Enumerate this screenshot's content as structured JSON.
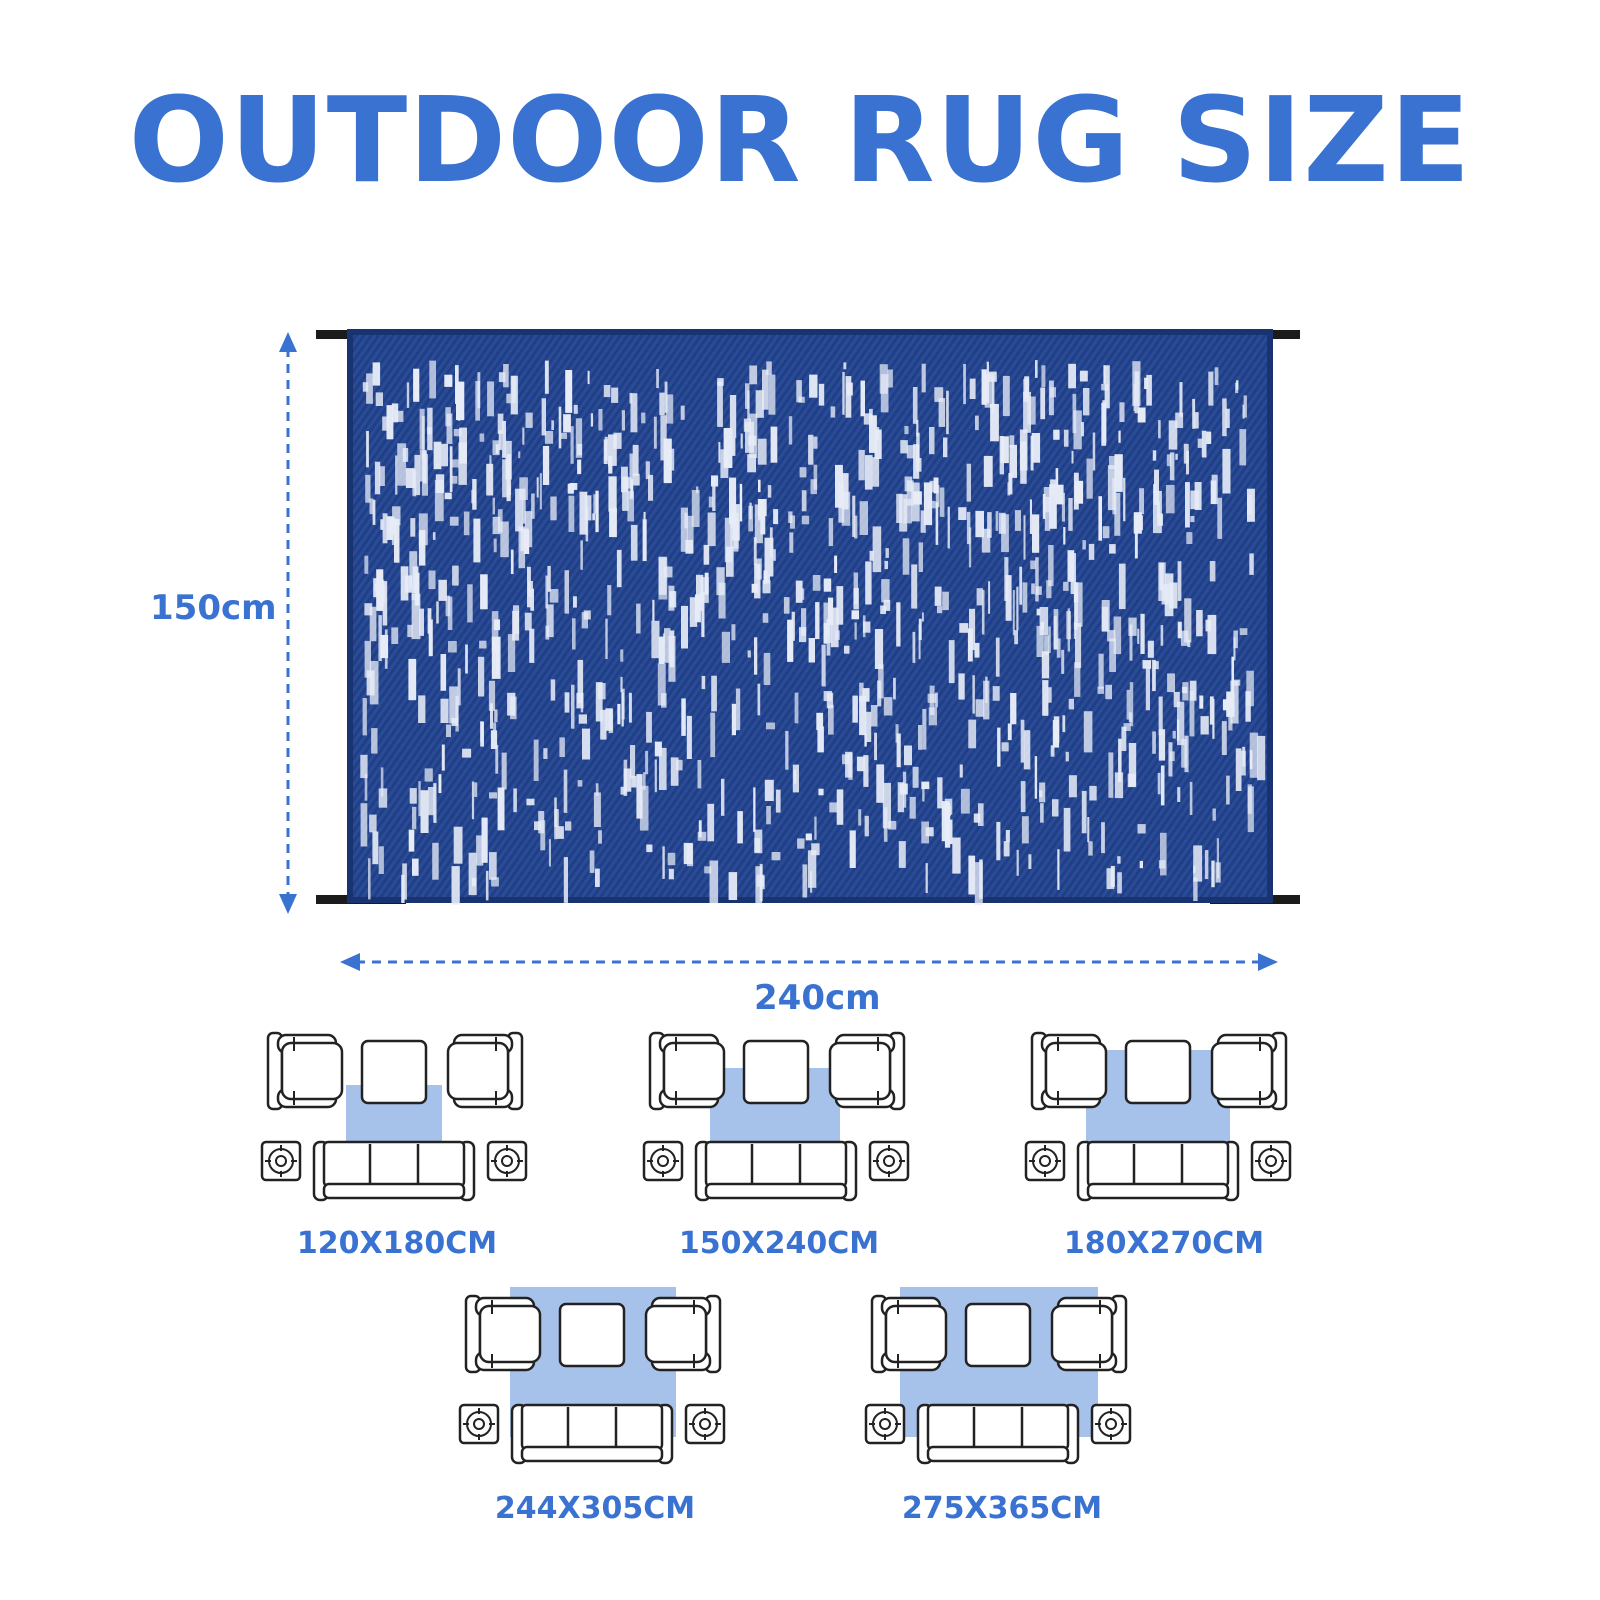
{
  "title": "OUTDOOR RUG SIZE",
  "product": {
    "height_label": "150cm",
    "width_label": "240cm",
    "colors": {
      "rug_navy": "#203f86",
      "rug_light": "#e7ecf7",
      "dimension_blue": "#3a72d1",
      "rug_area": "#a7c2ea",
      "strap": "#1b1b1b"
    }
  },
  "sizes": [
    {
      "label": "120X180CM"
    },
    {
      "label": "150X240CM"
    },
    {
      "label": "180X270CM"
    },
    {
      "label": "244X305CM"
    },
    {
      "label": "275X365CM"
    }
  ],
  "icons": [
    "armchair-icon",
    "coffee-table-icon",
    "sofa-icon",
    "side-table-icon"
  ]
}
